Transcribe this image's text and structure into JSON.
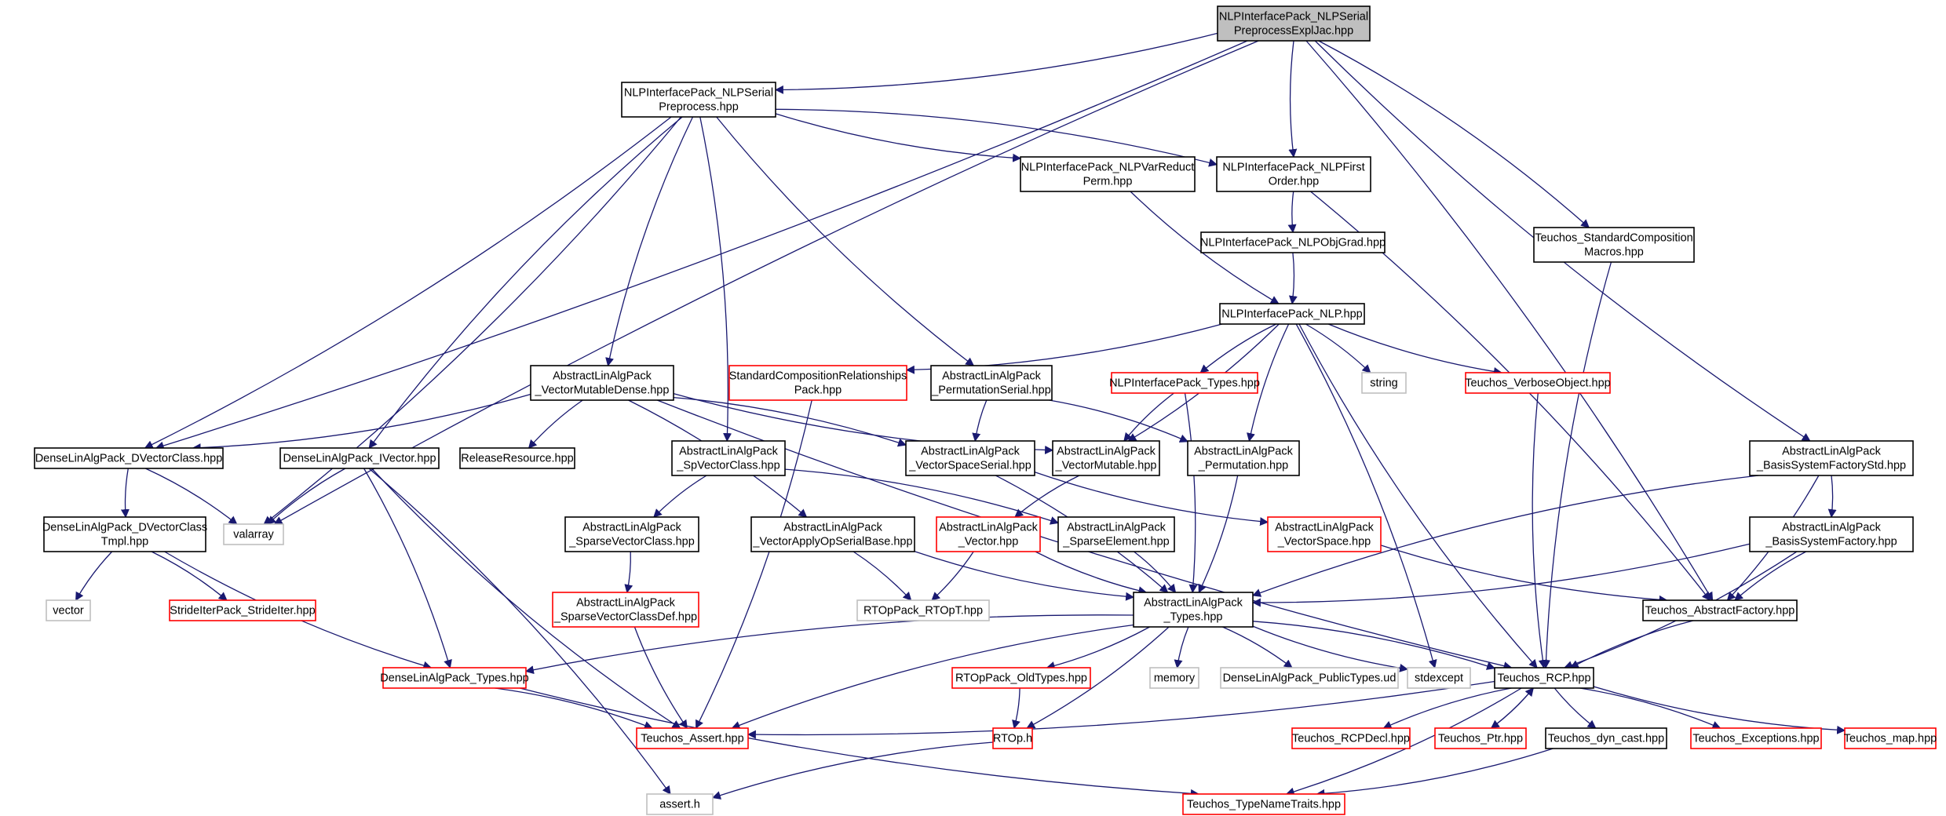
{
  "diagram": {
    "type": "include-dependency-graph",
    "colors": {
      "edge": "#191970",
      "root_fill": "#bfbfbf",
      "normal_border": "#000000",
      "truncated_border": "#ff0000",
      "system_border": "#bfbfbf",
      "node_fill": "#ffffff"
    },
    "nodes": [
      {
        "id": "n_root",
        "lines": [
          "NLPInterfacePack_NLPSerial",
          "PreprocessExplJac.hpp"
        ],
        "style": "root"
      },
      {
        "id": "n_pre",
        "lines": [
          "NLPInterfacePack_NLPSerial",
          "Preprocess.hpp"
        ],
        "style": "normal"
      },
      {
        "id": "n_varreduct",
        "lines": [
          "NLPInterfacePack_NLPVarReduct",
          "Perm.hpp"
        ],
        "style": "normal"
      },
      {
        "id": "n_first",
        "lines": [
          "NLPInterfacePack_NLPFirst",
          "Order.hpp"
        ],
        "style": "normal"
      },
      {
        "id": "n_objgrad",
        "lines": [
          "NLPInterfacePack_NLPObjGrad.hpp"
        ],
        "style": "normal"
      },
      {
        "id": "n_stdcomp",
        "lines": [
          "Teuchos_StandardComposition",
          "Macros.hpp"
        ],
        "style": "normal"
      },
      {
        "id": "n_nlp",
        "lines": [
          "NLPInterfacePack_NLP.hpp"
        ],
        "style": "normal"
      },
      {
        "id": "n_vmd",
        "lines": [
          "AbstractLinAlgPack",
          "_VectorMutableDense.hpp"
        ],
        "style": "normal"
      },
      {
        "id": "n_scr",
        "lines": [
          "StandardCompositionRelationships",
          "Pack.hpp"
        ],
        "style": "red"
      },
      {
        "id": "n_permser",
        "lines": [
          "AbstractLinAlgPack",
          "_PermutationSerial.hpp"
        ],
        "style": "normal"
      },
      {
        "id": "n_nlptypes",
        "lines": [
          "NLPInterfacePack_Types.hpp"
        ],
        "style": "red"
      },
      {
        "id": "n_string",
        "lines": [
          "string"
        ],
        "style": "gray"
      },
      {
        "id": "n_verbose",
        "lines": [
          "Teuchos_VerboseObject.hpp"
        ],
        "style": "red"
      },
      {
        "id": "n_bsfstd",
        "lines": [
          "AbstractLinAlgPack",
          "_BasisSystemFactoryStd.hpp"
        ],
        "style": "normal"
      },
      {
        "id": "n_dvc",
        "lines": [
          "DenseLinAlgPack_DVectorClass.hpp"
        ],
        "style": "normal"
      },
      {
        "id": "n_ivec",
        "lines": [
          "DenseLinAlgPack_IVector.hpp"
        ],
        "style": "normal"
      },
      {
        "id": "n_relres",
        "lines": [
          "ReleaseResource.hpp"
        ],
        "style": "normal"
      },
      {
        "id": "n_spvc",
        "lines": [
          "AbstractLinAlgPack",
          "_SpVectorClass.hpp"
        ],
        "style": "normal"
      },
      {
        "id": "n_vss",
        "lines": [
          "AbstractLinAlgPack",
          "_VectorSpaceSerial.hpp"
        ],
        "style": "normal"
      },
      {
        "id": "n_vm",
        "lines": [
          "AbstractLinAlgPack",
          "_VectorMutable.hpp"
        ],
        "style": "normal"
      },
      {
        "id": "n_perm",
        "lines": [
          "AbstractLinAlgPack",
          "_Permutation.hpp"
        ],
        "style": "normal"
      },
      {
        "id": "n_valarray",
        "lines": [
          "valarray"
        ],
        "style": "gray"
      },
      {
        "id": "n_dvct",
        "lines": [
          "DenseLinAlgPack_DVectorClass",
          "Tmpl.hpp"
        ],
        "style": "normal"
      },
      {
        "id": "n_svc",
        "lines": [
          "AbstractLinAlgPack",
          "_SparseVectorClass.hpp"
        ],
        "style": "normal"
      },
      {
        "id": "n_vaosb",
        "lines": [
          "AbstractLinAlgPack",
          "_VectorApplyOpSerialBase.hpp"
        ],
        "style": "normal"
      },
      {
        "id": "n_vector",
        "lines": [
          "AbstractLinAlgPack",
          "_Vector.hpp"
        ],
        "style": "red"
      },
      {
        "id": "n_spel",
        "lines": [
          "AbstractLinAlgPack",
          "_SparseElement.hpp"
        ],
        "style": "normal"
      },
      {
        "id": "n_vspace",
        "lines": [
          "AbstractLinAlgPack",
          "_VectorSpace.hpp"
        ],
        "style": "red"
      },
      {
        "id": "n_bsf",
        "lines": [
          "AbstractLinAlgPack",
          "_BasisSystemFactory.hpp"
        ],
        "style": "normal"
      },
      {
        "id": "n_vectorstd",
        "lines": [
          "vector"
        ],
        "style": "gray"
      },
      {
        "id": "n_stride",
        "lines": [
          "StrideIterPack_StrideIter.hpp"
        ],
        "style": "red"
      },
      {
        "id": "n_svcd",
        "lines": [
          "AbstractLinAlgPack",
          "_SparseVectorClassDef.hpp"
        ],
        "style": "red"
      },
      {
        "id": "n_rtopt",
        "lines": [
          "RTOpPack_RTOpT.hpp"
        ],
        "style": "gray"
      },
      {
        "id": "n_altypes",
        "lines": [
          "AbstractLinAlgPack",
          "_Types.hpp"
        ],
        "style": "normal"
      },
      {
        "id": "n_absfact",
        "lines": [
          "Teuchos_AbstractFactory.hpp"
        ],
        "style": "normal"
      },
      {
        "id": "n_dltypes",
        "lines": [
          "DenseLinAlgPack_Types.hpp"
        ],
        "style": "red"
      },
      {
        "id": "n_oldtypes",
        "lines": [
          "RTOpPack_OldTypes.hpp"
        ],
        "style": "red"
      },
      {
        "id": "n_memory",
        "lines": [
          "memory"
        ],
        "style": "gray"
      },
      {
        "id": "n_publictypes",
        "lines": [
          "DenseLinAlgPack_PublicTypes.ud"
        ],
        "style": "gray"
      },
      {
        "id": "n_stdexcept",
        "lines": [
          "stdexcept"
        ],
        "style": "gray"
      },
      {
        "id": "n_rcp",
        "lines": [
          "Teuchos_RCP.hpp"
        ],
        "style": "normal"
      },
      {
        "id": "n_assert",
        "lines": [
          "Teuchos_Assert.hpp"
        ],
        "style": "red"
      },
      {
        "id": "n_rtop",
        "lines": [
          "RTOp.h"
        ],
        "style": "red"
      },
      {
        "id": "n_rcpdecl",
        "lines": [
          "Teuchos_RCPDecl.hpp"
        ],
        "style": "red"
      },
      {
        "id": "n_ptr",
        "lines": [
          "Teuchos_Ptr.hpp"
        ],
        "style": "red"
      },
      {
        "id": "n_dyncast",
        "lines": [
          "Teuchos_dyn_cast.hpp"
        ],
        "style": "normal"
      },
      {
        "id": "n_exceptions",
        "lines": [
          "Teuchos_Exceptions.hpp"
        ],
        "style": "red"
      },
      {
        "id": "n_map",
        "lines": [
          "Teuchos_map.hpp"
        ],
        "style": "red"
      },
      {
        "id": "n_assert_h",
        "lines": [
          "assert.h"
        ],
        "style": "gray"
      },
      {
        "id": "n_tnt",
        "lines": [
          "Teuchos_TypeNameTraits.hpp"
        ],
        "style": "red"
      }
    ],
    "edges": [
      [
        "n_root",
        "n_pre"
      ],
      [
        "n_root",
        "n_first"
      ],
      [
        "n_root",
        "n_stdcomp"
      ],
      [
        "n_root",
        "n_bsfstd"
      ],
      [
        "n_root",
        "n_dvc"
      ],
      [
        "n_root",
        "n_valarray"
      ],
      [
        "n_root",
        "n_absfact"
      ],
      [
        "n_pre",
        "n_varreduct"
      ],
      [
        "n_pre",
        "n_first"
      ],
      [
        "n_pre",
        "n_vmd"
      ],
      [
        "n_pre",
        "n_spvc"
      ],
      [
        "n_pre",
        "n_permser"
      ],
      [
        "n_pre",
        "n_dvc"
      ],
      [
        "n_pre",
        "n_ivec"
      ],
      [
        "n_pre",
        "n_valarray"
      ],
      [
        "n_first",
        "n_objgrad"
      ],
      [
        "n_first",
        "n_absfact"
      ],
      [
        "n_varreduct",
        "n_nlp"
      ],
      [
        "n_objgrad",
        "n_nlp"
      ],
      [
        "n_stdcomp",
        "n_rcp"
      ],
      [
        "n_nlp",
        "n_scr"
      ],
      [
        "n_nlp",
        "n_nlptypes"
      ],
      [
        "n_nlp",
        "n_string"
      ],
      [
        "n_nlp",
        "n_verbose"
      ],
      [
        "n_nlp",
        "n_vm"
      ],
      [
        "n_nlp",
        "n_perm"
      ],
      [
        "n_nlp",
        "n_stdexcept"
      ],
      [
        "n_nlp",
        "n_rcp"
      ],
      [
        "n_vmd",
        "n_dvc"
      ],
      [
        "n_vmd",
        "n_relres"
      ],
      [
        "n_vmd",
        "n_vss"
      ],
      [
        "n_vmd",
        "n_vm"
      ],
      [
        "n_vmd",
        "n_vaosb"
      ],
      [
        "n_vmd",
        "n_rcp"
      ],
      [
        "n_scr",
        "n_assert"
      ],
      [
        "n_permser",
        "n_vss"
      ],
      [
        "n_permser",
        "n_perm"
      ],
      [
        "n_nlptypes",
        "n_vm"
      ],
      [
        "n_nlptypes",
        "n_altypes"
      ],
      [
        "n_verbose",
        "n_rcp"
      ],
      [
        "n_bsfstd",
        "n_bsf"
      ],
      [
        "n_bsfstd",
        "n_altypes"
      ],
      [
        "n_bsfstd",
        "n_absfact"
      ],
      [
        "n_dvc",
        "n_dvct"
      ],
      [
        "n_dvc",
        "n_valarray"
      ],
      [
        "n_ivec",
        "n_valarray"
      ],
      [
        "n_ivec",
        "n_dltypes"
      ],
      [
        "n_ivec",
        "n_assert"
      ],
      [
        "n_ivec",
        "n_assert_h"
      ],
      [
        "n_spvc",
        "n_svc"
      ],
      [
        "n_spvc",
        "n_spel"
      ],
      [
        "n_vss",
        "n_vspace"
      ],
      [
        "n_vss",
        "n_altypes"
      ],
      [
        "n_vm",
        "n_vector"
      ],
      [
        "n_perm",
        "n_altypes"
      ],
      [
        "n_dvct",
        "n_vectorstd"
      ],
      [
        "n_dvct",
        "n_stride"
      ],
      [
        "n_dvct",
        "n_dltypes"
      ],
      [
        "n_svc",
        "n_svcd"
      ],
      [
        "n_svcd",
        "n_assert"
      ],
      [
        "n_vaosb",
        "n_rtopt"
      ],
      [
        "n_vaosb",
        "n_altypes"
      ],
      [
        "n_vector",
        "n_rtopt"
      ],
      [
        "n_vector",
        "n_altypes"
      ],
      [
        "n_spel",
        "n_altypes"
      ],
      [
        "n_vspace",
        "n_absfact"
      ],
      [
        "n_bsf",
        "n_altypes"
      ],
      [
        "n_bsf",
        "n_absfact"
      ],
      [
        "n_bsf",
        "n_rcp"
      ],
      [
        "n_altypes",
        "n_dltypes"
      ],
      [
        "n_altypes",
        "n_oldtypes"
      ],
      [
        "n_altypes",
        "n_memory"
      ],
      [
        "n_altypes",
        "n_publictypes"
      ],
      [
        "n_altypes",
        "n_stdexcept"
      ],
      [
        "n_altypes",
        "n_rcp"
      ],
      [
        "n_altypes",
        "n_assert"
      ],
      [
        "n_altypes",
        "n_rtop"
      ],
      [
        "n_absfact",
        "n_rcp"
      ],
      [
        "n_dltypes",
        "n_assert"
      ],
      [
        "n_dltypes",
        "n_tnt"
      ],
      [
        "n_oldtypes",
        "n_rtop"
      ],
      [
        "n_rtop",
        "n_assert_h"
      ],
      [
        "n_rcp",
        "n_assert"
      ],
      [
        "n_rcp",
        "n_rcpdecl"
      ],
      [
        "n_rcp",
        "n_ptr"
      ],
      [
        "n_rcp",
        "n_dyncast"
      ],
      [
        "n_rcp",
        "n_exceptions"
      ],
      [
        "n_rcp",
        "n_map"
      ],
      [
        "n_rcp",
        "n_tnt"
      ],
      [
        "n_ptr",
        "n_rcp"
      ],
      [
        "n_dyncast",
        "n_tnt"
      ]
    ]
  }
}
